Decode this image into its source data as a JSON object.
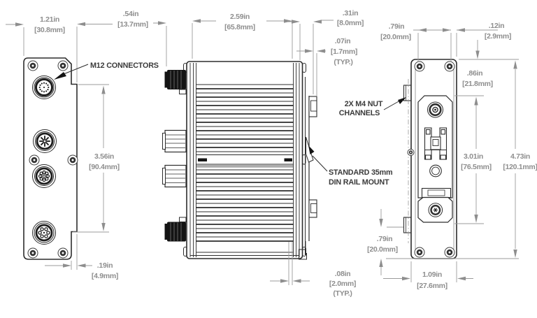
{
  "colors": {
    "background": "#ffffff",
    "outline": "#2d2d2d",
    "dimension": "#8e8e8e",
    "label": "#3b3b3b",
    "black_fill": "#141414"
  },
  "labels": {
    "m12_connectors": "M12 CONNECTORS",
    "m4_nut_line1": "2X M4 NUT",
    "m4_nut_line2": "CHANNELS",
    "din_line1": "STANDARD 35mm",
    "din_line2": "DIN RAIL MOUNT"
  },
  "dims": {
    "panel_width": {
      "in": "1.21in",
      "mm": "[30.8mm]"
    },
    "connector_protrusion": {
      "in": ".54in",
      "mm": "[13.7mm]"
    },
    "body_width": {
      "in": "2.59in",
      "mm": "[65.8mm]"
    },
    "din_offset": {
      "in": ".31in",
      "mm": "[8.0mm]"
    },
    "fin_pitch": {
      "in": ".07in",
      "mm": "[1.7mm]",
      "note": "(TYP.)"
    },
    "screw_spacing": {
      "in": ".79in",
      "mm": "[20.0mm]"
    },
    "edge_offset": {
      "in": ".12in",
      "mm": "[2.9mm]"
    },
    "bracket_top_offset": {
      "in": ".86in",
      "mm": "[21.8mm]"
    },
    "flange_height": {
      "in": "3.56in",
      "mm": "[90.4mm]"
    },
    "bracket_height": {
      "in": "3.01in",
      "mm": "[76.5mm]"
    },
    "overall_height": {
      "in": "4.73in",
      "mm": "[120.1mm]"
    },
    "flange_offset": {
      "in": ".19in",
      "mm": "[4.9mm]"
    },
    "fin_thickness": {
      "in": ".08in",
      "mm": "[2.0mm]",
      "note": "(TYP.)"
    },
    "channel_offset": {
      "in": ".79in",
      "mm": "[20.0mm]"
    },
    "side_width": {
      "in": "1.09in",
      "mm": "[27.6mm]"
    }
  }
}
